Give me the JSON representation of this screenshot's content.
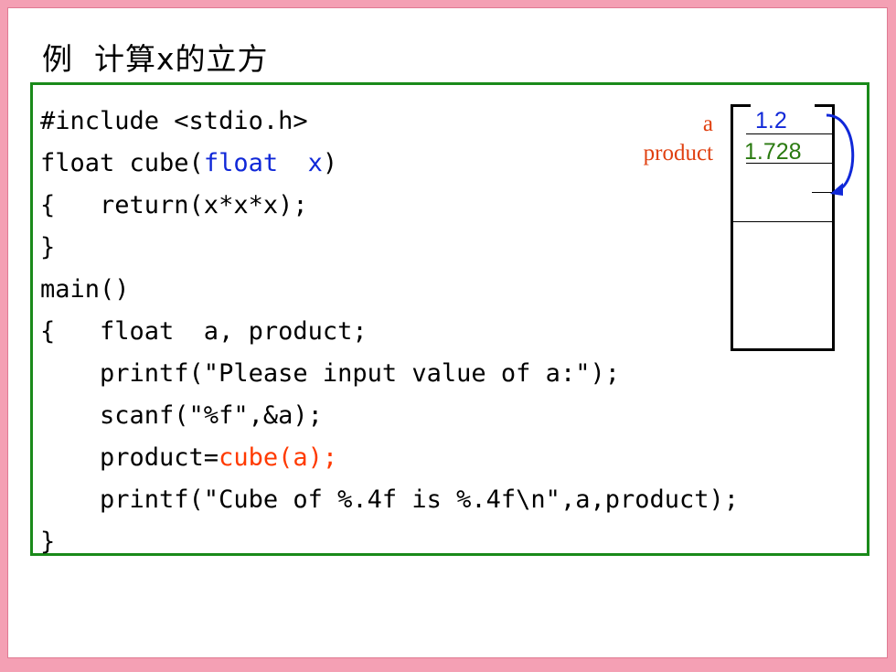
{
  "title": "例  计算x的立方",
  "code": {
    "l1": "#include <stdio.h>",
    "l2_a": "float cube(",
    "l2_b": "float  x",
    "l2_c": ")",
    "l3": "{   return(x*x*x);",
    "l4": "}",
    "l5": "main()",
    "l6": "{   float  a, product;",
    "l7": "    printf(\"Please input value of a:\");",
    "l8": "    scanf(\"%f\",&a);",
    "l9_a": "    product=",
    "l9_b": "cube(a);",
    "l10": "    printf(\"Cube of %.4f is %.4f\\n\",a,product);",
    "l11": "}"
  },
  "memory": {
    "var_a_label": "a",
    "var_product_label": "product",
    "var_a_value": "1.2",
    "var_product_value": "1.728"
  },
  "colors": {
    "keyword": "#1028d8",
    "highlight": "#ff3a00",
    "value_a": "#1028d8",
    "value_product": "#2a7a10",
    "frame": "#1a8a1a",
    "background": "#f4a0b4"
  }
}
